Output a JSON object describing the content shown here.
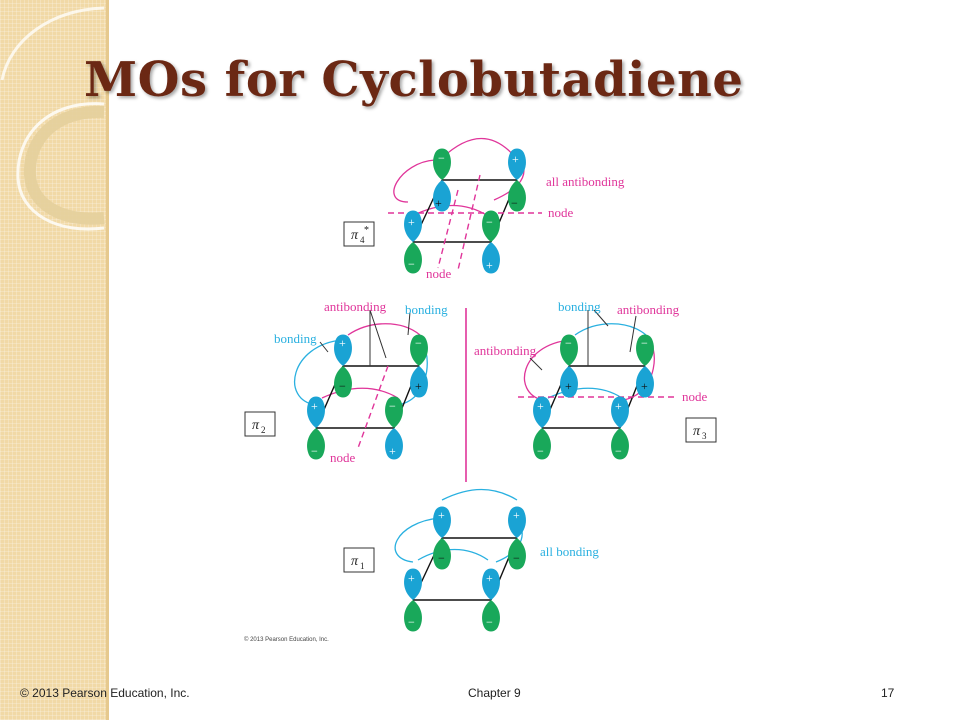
{
  "slide": {
    "title": "MOs for Cyclobutadiene",
    "footer_left": "© 2013 Pearson Education, Inc.",
    "footer_center": "Chapter 9",
    "page_number": "17"
  },
  "figure": {
    "copyright": "© 2013 Pearson Education, Inc.",
    "colors": {
      "blue_lobe": "#1aa3d4",
      "green_lobe": "#19a85a",
      "magenta": "#e0359a",
      "cyan": "#29b0e0"
    },
    "orbitals": {
      "pi4_star": {
        "label_base": "π",
        "label_sub": "4",
        "label_sup": "*",
        "description": "all antibonding",
        "node_right": "node",
        "node_bottom": "node"
      },
      "pi2": {
        "label_base": "π",
        "label_sub": "2",
        "antibonding": "antibonding",
        "bonding_top": "bonding",
        "bonding_left": "bonding",
        "node_bottom": "node"
      },
      "pi3": {
        "label_base": "π",
        "label_sub": "3",
        "bonding_top": "bonding",
        "antibonding_top": "antibonding",
        "antibonding_left": "antibonding",
        "node_right": "node"
      },
      "pi1": {
        "label_base": "π",
        "label_sub": "1",
        "description": "all bonding"
      }
    }
  }
}
